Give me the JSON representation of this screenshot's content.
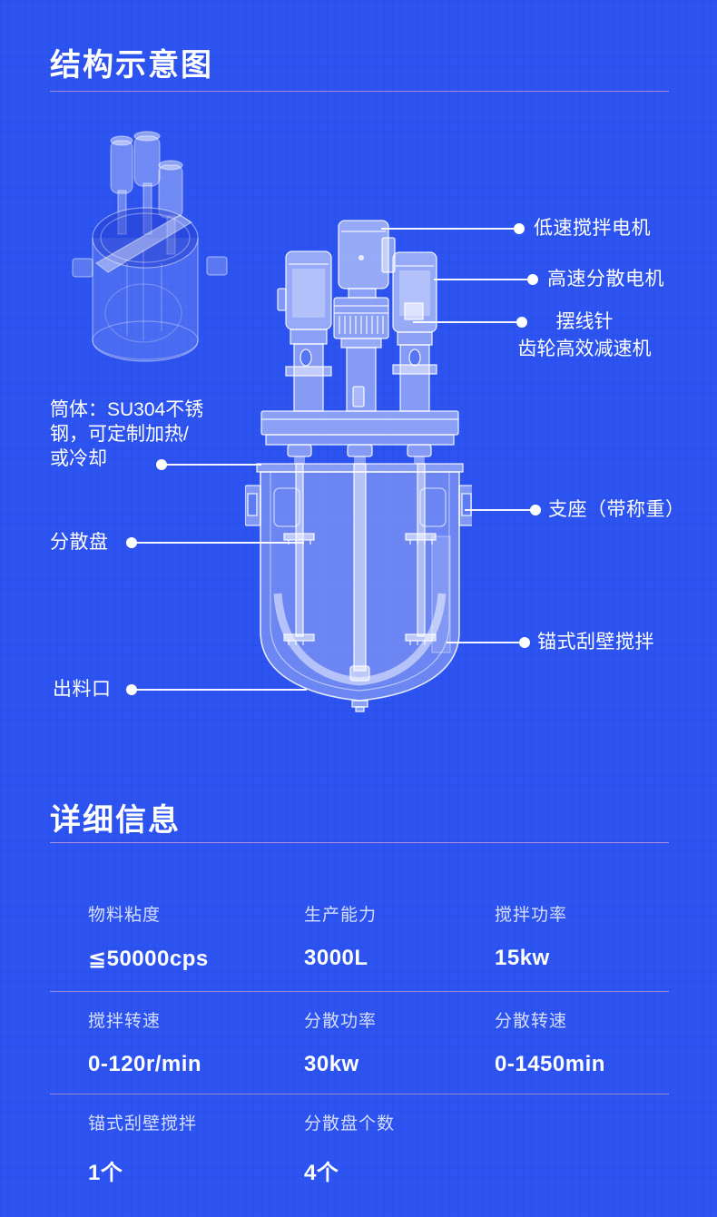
{
  "theme": {
    "background": "#2d54f0",
    "accent_line": "#ffb6d6",
    "text_primary": "#ffffff"
  },
  "structure_section": {
    "title": "结构示意图",
    "callouts_right": [
      {
        "label": "低速搅拌电机"
      },
      {
        "label": "高速分散电机"
      },
      {
        "line1": "摆线针",
        "line2": "齿轮高效减速机"
      },
      {
        "label": "支座（带称重）"
      },
      {
        "label": "锚式刮壁搅拌"
      }
    ],
    "callouts_left": [
      {
        "line1": "筒体：SU304不锈",
        "line2": "钢，可定制加热/",
        "line3": "或冷却"
      },
      {
        "label": "分散盘"
      },
      {
        "label": "出料口"
      }
    ]
  },
  "details_section": {
    "title": "详细信息",
    "rows": [
      {
        "cells": [
          {
            "label": "物料粘度",
            "value": "≦50000cps"
          },
          {
            "label": "生产能力",
            "value": "3000L"
          },
          {
            "label": "搅拌功率",
            "value": "15kw"
          }
        ]
      },
      {
        "cells": [
          {
            "label": "搅拌转速",
            "value": "0-120r/min"
          },
          {
            "label": "分散功率",
            "value": "30kw"
          },
          {
            "label": "分散转速",
            "value": "0-1450min"
          }
        ]
      },
      {
        "cells": [
          {
            "label": "锚式刮壁搅拌",
            "value": "1个"
          },
          {
            "label": "分散盘个数",
            "value": "4个"
          }
        ]
      }
    ]
  }
}
